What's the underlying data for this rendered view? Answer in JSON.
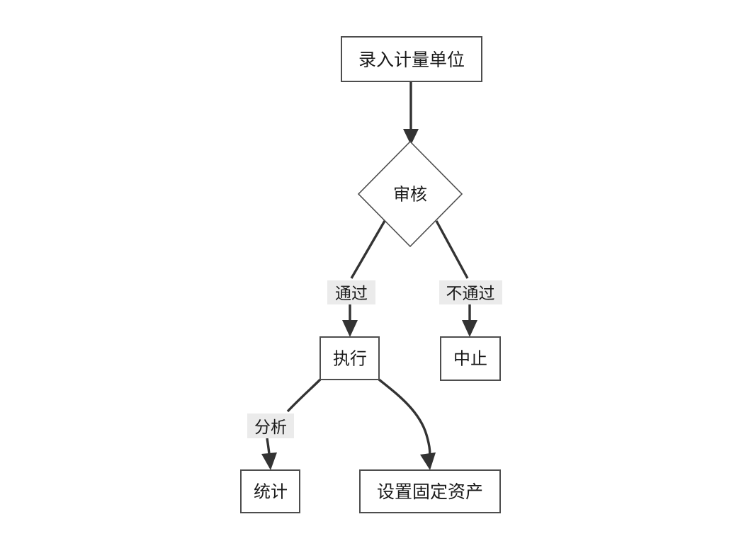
{
  "diagram": {
    "type": "flowchart",
    "background_color": "#ffffff",
    "node_fill": "#ffffff",
    "node_stroke": "#4d4d4d",
    "edge_color": "#333333",
    "label_background": "#ebebeb",
    "text_color": "#1a1a1a",
    "nodes": [
      {
        "id": "n1",
        "label": "录入计量单位",
        "shape": "rectangle"
      },
      {
        "id": "n2",
        "label": "审核",
        "shape": "diamond"
      },
      {
        "id": "n3",
        "label": "执行",
        "shape": "rectangle"
      },
      {
        "id": "n4",
        "label": "中止",
        "shape": "rectangle"
      },
      {
        "id": "n5",
        "label": "统计",
        "shape": "rectangle"
      },
      {
        "id": "n6",
        "label": "设置固定资产",
        "shape": "rectangle"
      }
    ],
    "edges": [
      {
        "from": "n1",
        "to": "n2",
        "label": ""
      },
      {
        "from": "n2",
        "to": "n3",
        "label": "通过"
      },
      {
        "from": "n2",
        "to": "n4",
        "label": "不通过"
      },
      {
        "from": "n3",
        "to": "n5",
        "label": "分析"
      },
      {
        "from": "n3",
        "to": "n6",
        "label": ""
      }
    ]
  }
}
